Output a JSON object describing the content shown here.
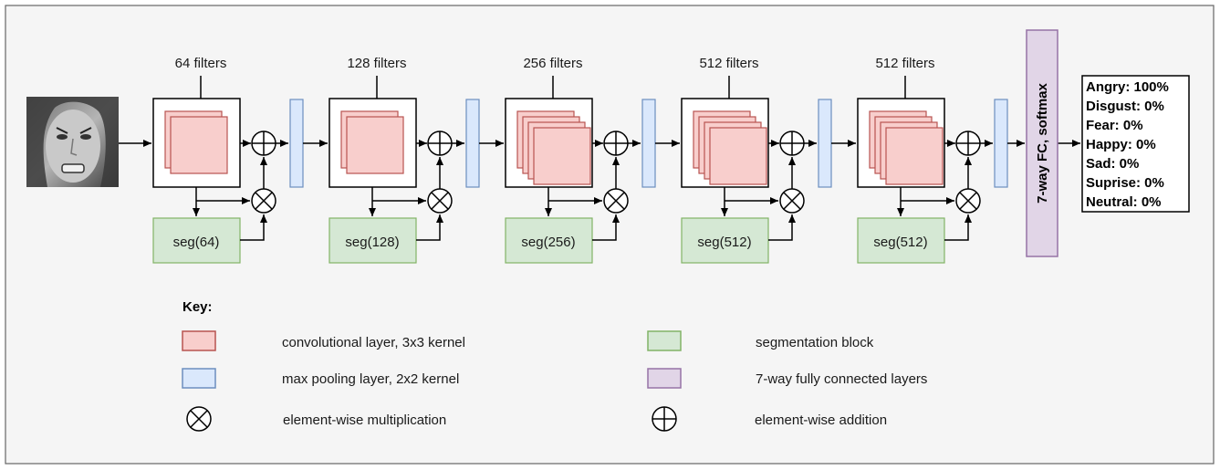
{
  "input_image": {
    "description_icon": "face-photo-icon"
  },
  "stages": [
    {
      "filters_label": "64 filters",
      "seg_label": "seg(64)",
      "conv_count": 2
    },
    {
      "filters_label": "128 filters",
      "seg_label": "seg(128)",
      "conv_count": 2
    },
    {
      "filters_label": "256 filters",
      "seg_label": "seg(256)",
      "conv_count": 4
    },
    {
      "filters_label": "512 filters",
      "seg_label": "seg(512)",
      "conv_count": 4
    },
    {
      "filters_label": "512 filters",
      "seg_label": "seg(512)",
      "conv_count": 4
    }
  ],
  "fc_label": "7-way FC, softmax",
  "output": {
    "lines": [
      "Angry: 100%",
      "Disgust: 0%",
      "Fear: 0%",
      "Happy: 0%",
      "Sad: 0%",
      "Suprise: 0%",
      "Neutral: 0%"
    ]
  },
  "key": {
    "title": "Key:",
    "conv": "convolutional layer, 3x3 kernel",
    "pool": "max pooling layer, 2x2 kernel",
    "mult": "element-wise multiplication",
    "seg": "segmentation block",
    "fc": "7-way fully connected layers",
    "add": "element-wise addition"
  },
  "colors": {
    "background": "#f5f5f5",
    "conv_fill": "#f8cecc",
    "conv_stroke": "#b85450",
    "pool_fill": "#dae8fc",
    "pool_stroke": "#6c8ebf",
    "seg_fill": "#d5e8d4",
    "seg_stroke": "#82b366",
    "fc_fill": "#e1d5e7",
    "fc_stroke": "#9673a6"
  }
}
